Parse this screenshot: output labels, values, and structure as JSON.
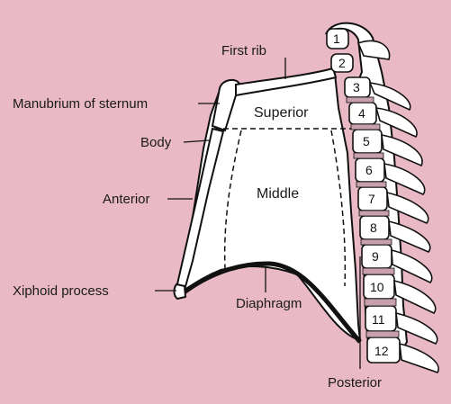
{
  "colors": {
    "background": "#e9b9c6",
    "bone_fill": "#ffffff",
    "outline": "#111111",
    "disc": "#c8a0ad"
  },
  "labels": {
    "first_rib": "First rib",
    "manubrium": "Manubrium of sternum",
    "body": "Body",
    "anterior": "Anterior",
    "xiphoid": "Xiphoid process",
    "diaphragm": "Diaphragm",
    "posterior": "Posterior"
  },
  "regions": {
    "superior": "Superior",
    "middle": "Middle"
  },
  "vertebrae": [
    "1",
    "2",
    "3",
    "4",
    "5",
    "6",
    "7",
    "8",
    "9",
    "10",
    "11",
    "12"
  ]
}
